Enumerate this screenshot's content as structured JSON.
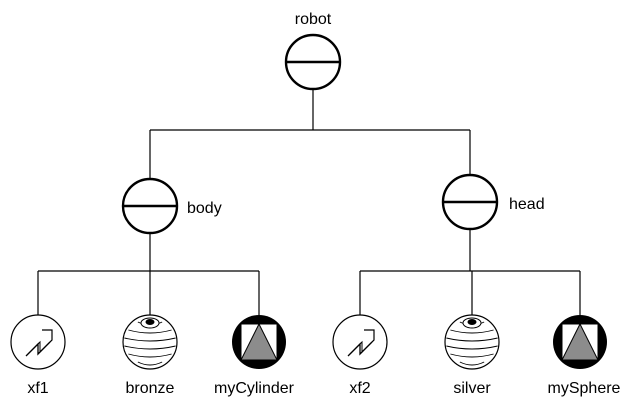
{
  "nodes": {
    "robot": {
      "label": "robot",
      "kind": "group-icon"
    },
    "body": {
      "label": "body",
      "kind": "group-icon"
    },
    "head": {
      "label": "head",
      "kind": "group-icon"
    },
    "xf1": {
      "label": "xf1",
      "kind": "transform-icon"
    },
    "bronze": {
      "label": "bronze",
      "kind": "material-icon"
    },
    "myCylinder": {
      "label": "myCylinder",
      "kind": "shape-icon"
    },
    "xf2": {
      "label": "xf2",
      "kind": "transform-icon"
    },
    "silver": {
      "label": "silver",
      "kind": "material-icon"
    },
    "mySphere": {
      "label": "mySphere",
      "kind": "shape-icon"
    }
  },
  "edges": [
    [
      "robot",
      "body"
    ],
    [
      "robot",
      "head"
    ],
    [
      "body",
      "xf1"
    ],
    [
      "body",
      "bronze"
    ],
    [
      "body",
      "myCylinder"
    ],
    [
      "head",
      "xf2"
    ],
    [
      "head",
      "silver"
    ],
    [
      "head",
      "mySphere"
    ]
  ]
}
